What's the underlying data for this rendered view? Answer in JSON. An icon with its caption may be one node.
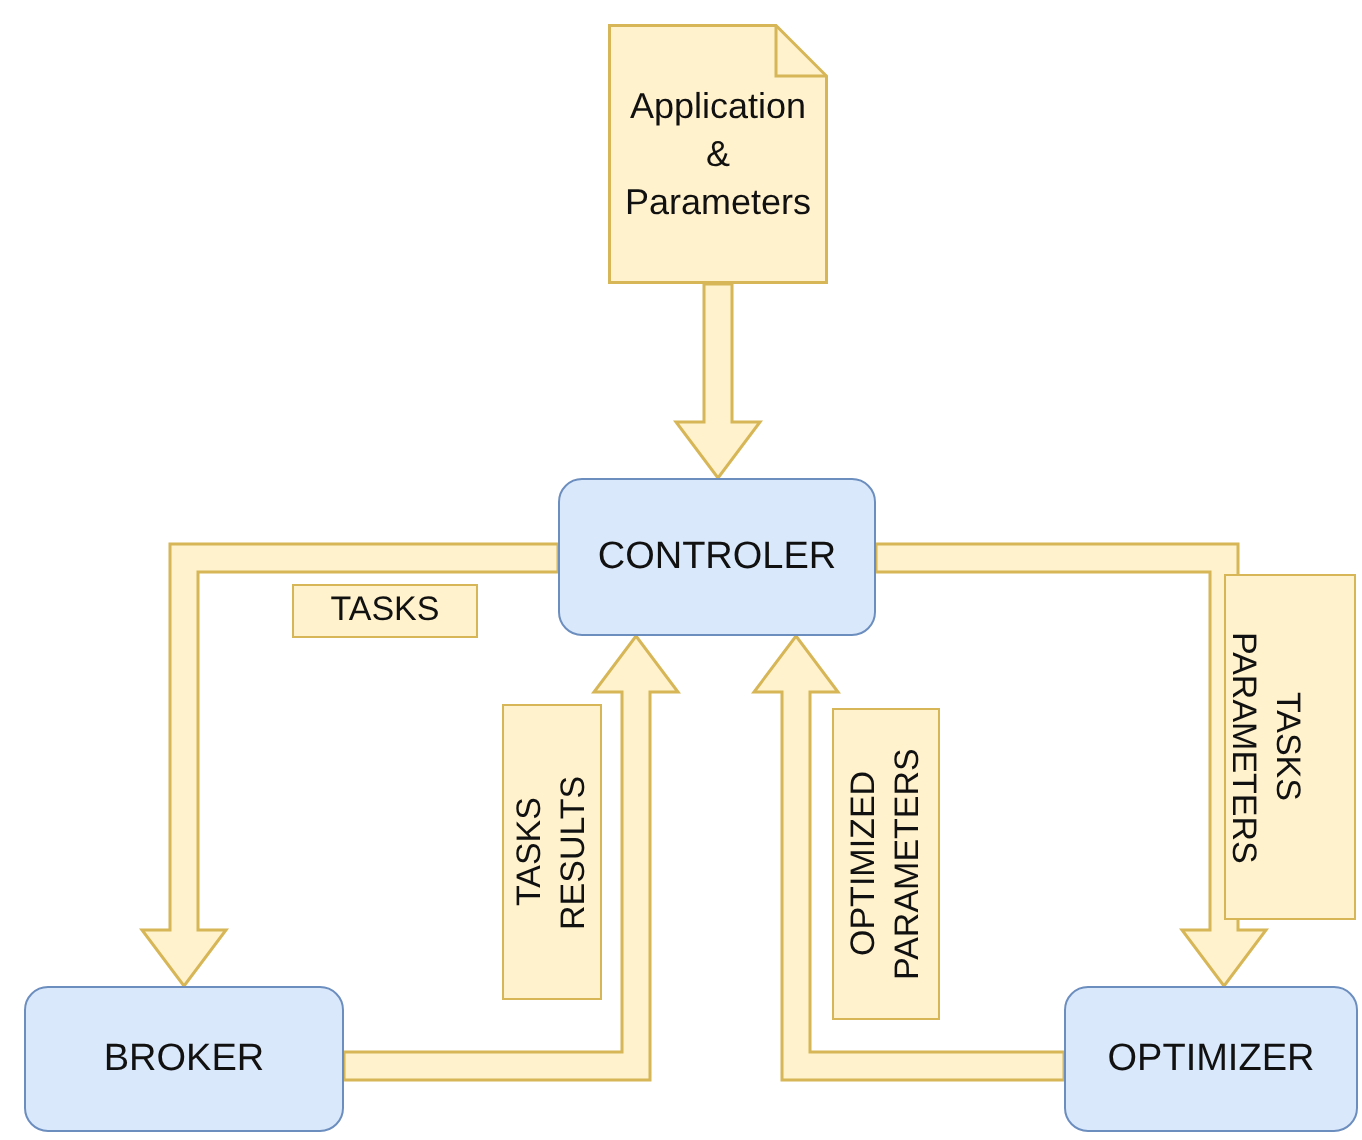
{
  "diagram": {
    "nodes": [
      {
        "text": [
          "Application & Parameters"
        ]
      },
      {
        "text": [
          "CONTROLER"
        ]
      },
      {
        "text": [
          "BROKER"
        ]
      },
      {
        "text": [
          "OPTIMIZER"
        ]
      }
    ],
    "edges": [
      {
        "from": 0,
        "to": 1,
        "arrow": "to"
      },
      {
        "from": 1,
        "to": 2,
        "arrow": "to",
        "label": "TASKS"
      },
      {
        "from": 2,
        "to": 1,
        "arrow": "to",
        "label": "TASKS RESULTS"
      },
      {
        "from": 1,
        "to": 3,
        "arrow": "to",
        "label": "TASKS PARAMETERS"
      },
      {
        "from": 3,
        "to": 1,
        "arrow": "to",
        "label": "OPTIMIZED PARAMETERS"
      }
    ]
  }
}
